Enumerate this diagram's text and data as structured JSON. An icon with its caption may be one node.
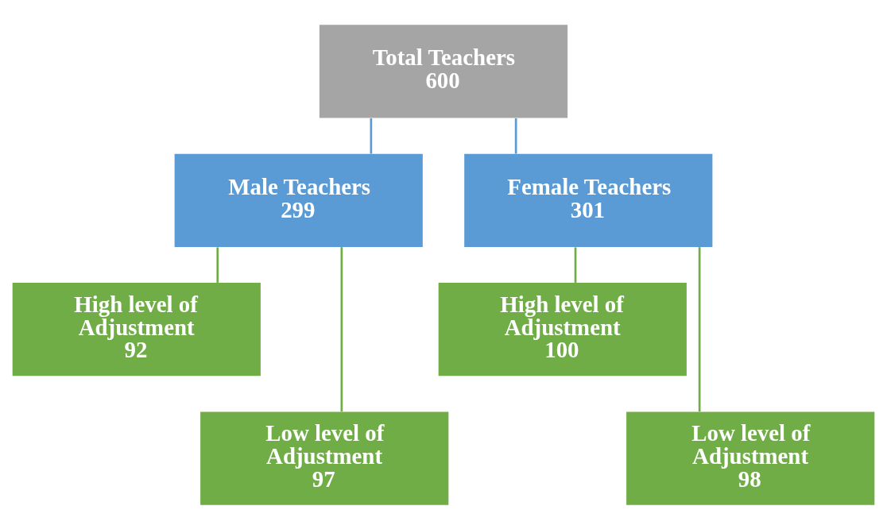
{
  "diagram": {
    "nodes": [
      {
        "text": [
          "Total Teachers 600"
        ]
      },
      {
        "text": [
          "Male Teachers 299"
        ]
      },
      {
        "text": [
          "Female Teachers 301"
        ]
      },
      {
        "text": [
          "High level of Adjustment 92"
        ]
      },
      {
        "text": [
          "Low level of Adjustment 97"
        ]
      },
      {
        "text": [
          "High level of Adjustment 100"
        ]
      },
      {
        "text": [
          "Low level of Adjustment 98"
        ]
      }
    ],
    "edges": [
      {
        "from": 0,
        "to": 1,
        "arrow": "none",
        "color": "#5b9bd5"
      },
      {
        "from": 0,
        "to": 2,
        "arrow": "none",
        "color": "#5b9bd5"
      },
      {
        "from": 1,
        "to": 3,
        "arrow": "none"
      },
      {
        "from": 1,
        "to": 4,
        "arrow": "none"
      },
      {
        "from": 2,
        "to": 5,
        "arrow": "none"
      },
      {
        "from": 2,
        "to": 6,
        "arrow": "none"
      }
    ]
  }
}
